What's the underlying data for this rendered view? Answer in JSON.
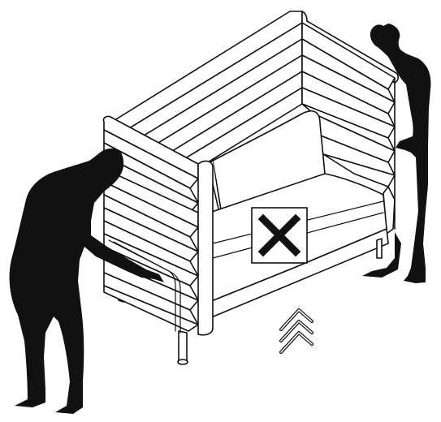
{
  "figure": {
    "ink_color": "#111111",
    "paper_color": "#ffffff",
    "prohibition_symbol": "cross-mark",
    "motion_hint": "lift-up-chevrons",
    "people": [
      "person-left",
      "person-right"
    ],
    "object": "high-back-sofa"
  }
}
